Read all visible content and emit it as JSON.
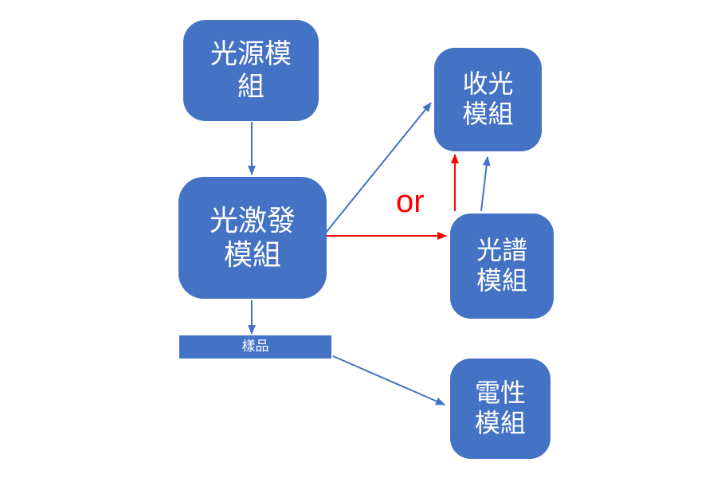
{
  "diagram": {
    "nodes": {
      "light_source": {
        "label": "光源模\n組"
      },
      "excitation": {
        "label": "光激發\n模組"
      },
      "collection": {
        "label": "收光\n模組"
      },
      "spectrum": {
        "label": "光譜\n模組"
      },
      "sample": {
        "label": "樣品"
      },
      "electrical": {
        "label": "電性\n模組"
      }
    },
    "or_label": "or",
    "edges": [
      {
        "from": "light_source",
        "to": "excitation",
        "color": "blue"
      },
      {
        "from": "excitation",
        "to": "collection",
        "color": "blue"
      },
      {
        "from": "excitation",
        "to": "spectrum",
        "color": "red"
      },
      {
        "from": "spectrum",
        "to": "collection",
        "color": "red"
      },
      {
        "from": "spectrum",
        "to": "collection",
        "color": "blue"
      },
      {
        "from": "excitation",
        "to": "sample",
        "color": "blue"
      },
      {
        "from": "sample",
        "to": "electrical",
        "color": "blue"
      }
    ],
    "colors": {
      "node_fill": "#4472C4",
      "node_text": "#FFFFFF",
      "blue_arrow": "#4472C4",
      "red_arrow": "#FF0000"
    }
  }
}
